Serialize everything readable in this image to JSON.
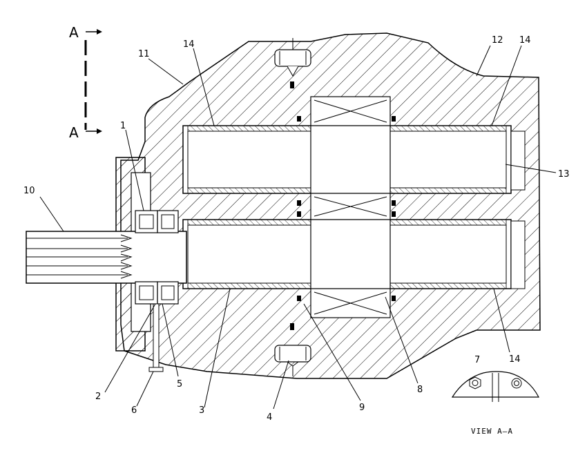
{
  "section": {
    "letter_top": "A",
    "letter_bottom": "A"
  },
  "callouts": [
    {
      "id": "c1",
      "label": "1"
    },
    {
      "id": "c2",
      "label": "2"
    },
    {
      "id": "c3",
      "label": "3"
    },
    {
      "id": "c4",
      "label": "4"
    },
    {
      "id": "c5",
      "label": "5"
    },
    {
      "id": "c6",
      "label": "6"
    },
    {
      "id": "c7",
      "label": "7"
    },
    {
      "id": "c8",
      "label": "8"
    },
    {
      "id": "c9",
      "label": "9"
    },
    {
      "id": "c10",
      "label": "10"
    },
    {
      "id": "c11",
      "label": "11"
    },
    {
      "id": "c12",
      "label": "12"
    },
    {
      "id": "c13",
      "label": "13"
    },
    {
      "id": "c14a",
      "label": "14"
    },
    {
      "id": "c14b",
      "label": "14"
    },
    {
      "id": "c14c",
      "label": "14"
    }
  ],
  "view_label": "VIEW A—A",
  "colors": {
    "line": "#000000",
    "background": "#ffffff"
  }
}
